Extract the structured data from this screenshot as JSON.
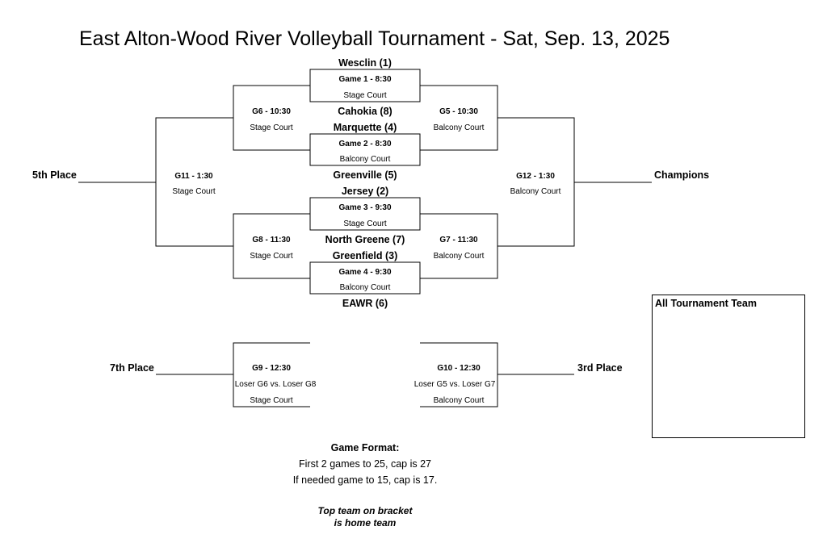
{
  "title": "East Alton-Wood River Volleyball Tournament - Sat, Sep. 13, 2025",
  "teams": {
    "wesclin": "Wesclin (1)",
    "cahokia": "Cahokia (8)",
    "marquette": "Marquette (4)",
    "greenville": "Greenville (5)",
    "jersey": "Jersey (2)",
    "north_greene": "North Greene (7)",
    "greenfield": "Greenfield (3)",
    "eawr": "EAWR (6)"
  },
  "games": {
    "g1": {
      "label": "Game 1 - 8:30",
      "court": "Stage Court"
    },
    "g2": {
      "label": "Game 2 - 8:30",
      "court": "Balcony Court"
    },
    "g3": {
      "label": "Game 3 - 9:30",
      "court": "Stage Court"
    },
    "g4": {
      "label": "Game 4 - 9:30",
      "court": "Balcony Court"
    },
    "g5": {
      "label": "G5 - 10:30",
      "court": "Balcony Court"
    },
    "g6": {
      "label": "G6 - 10:30",
      "court": "Stage Court"
    },
    "g7": {
      "label": "G7 - 11:30",
      "court": "Balcony Court"
    },
    "g8": {
      "label": "G8 - 11:30",
      "court": "Stage Court"
    },
    "g9": {
      "label": "G9 - 12:30",
      "matchup": "Loser G6 vs. Loser G8",
      "court": "Stage Court"
    },
    "g10": {
      "label": "G10 - 12:30",
      "matchup": "Loser G5 vs. Loser G7",
      "court": "Balcony Court"
    },
    "g11": {
      "label": "G11 - 1:30",
      "court": "Stage Court"
    },
    "g12": {
      "label": "G12 - 1:30",
      "court": "Balcony Court"
    }
  },
  "places": {
    "fifth": "5th Place",
    "champions": "Champions",
    "seventh": "7th Place",
    "third": "3rd Place"
  },
  "all_tournament_team": "All Tournament Team",
  "format": {
    "heading": "Game Format:",
    "line1": "First 2 games to 25, cap is 27",
    "line2": "If needed game to 15, cap is 17.",
    "note1": "Top team on bracket",
    "note2": "is home team"
  }
}
